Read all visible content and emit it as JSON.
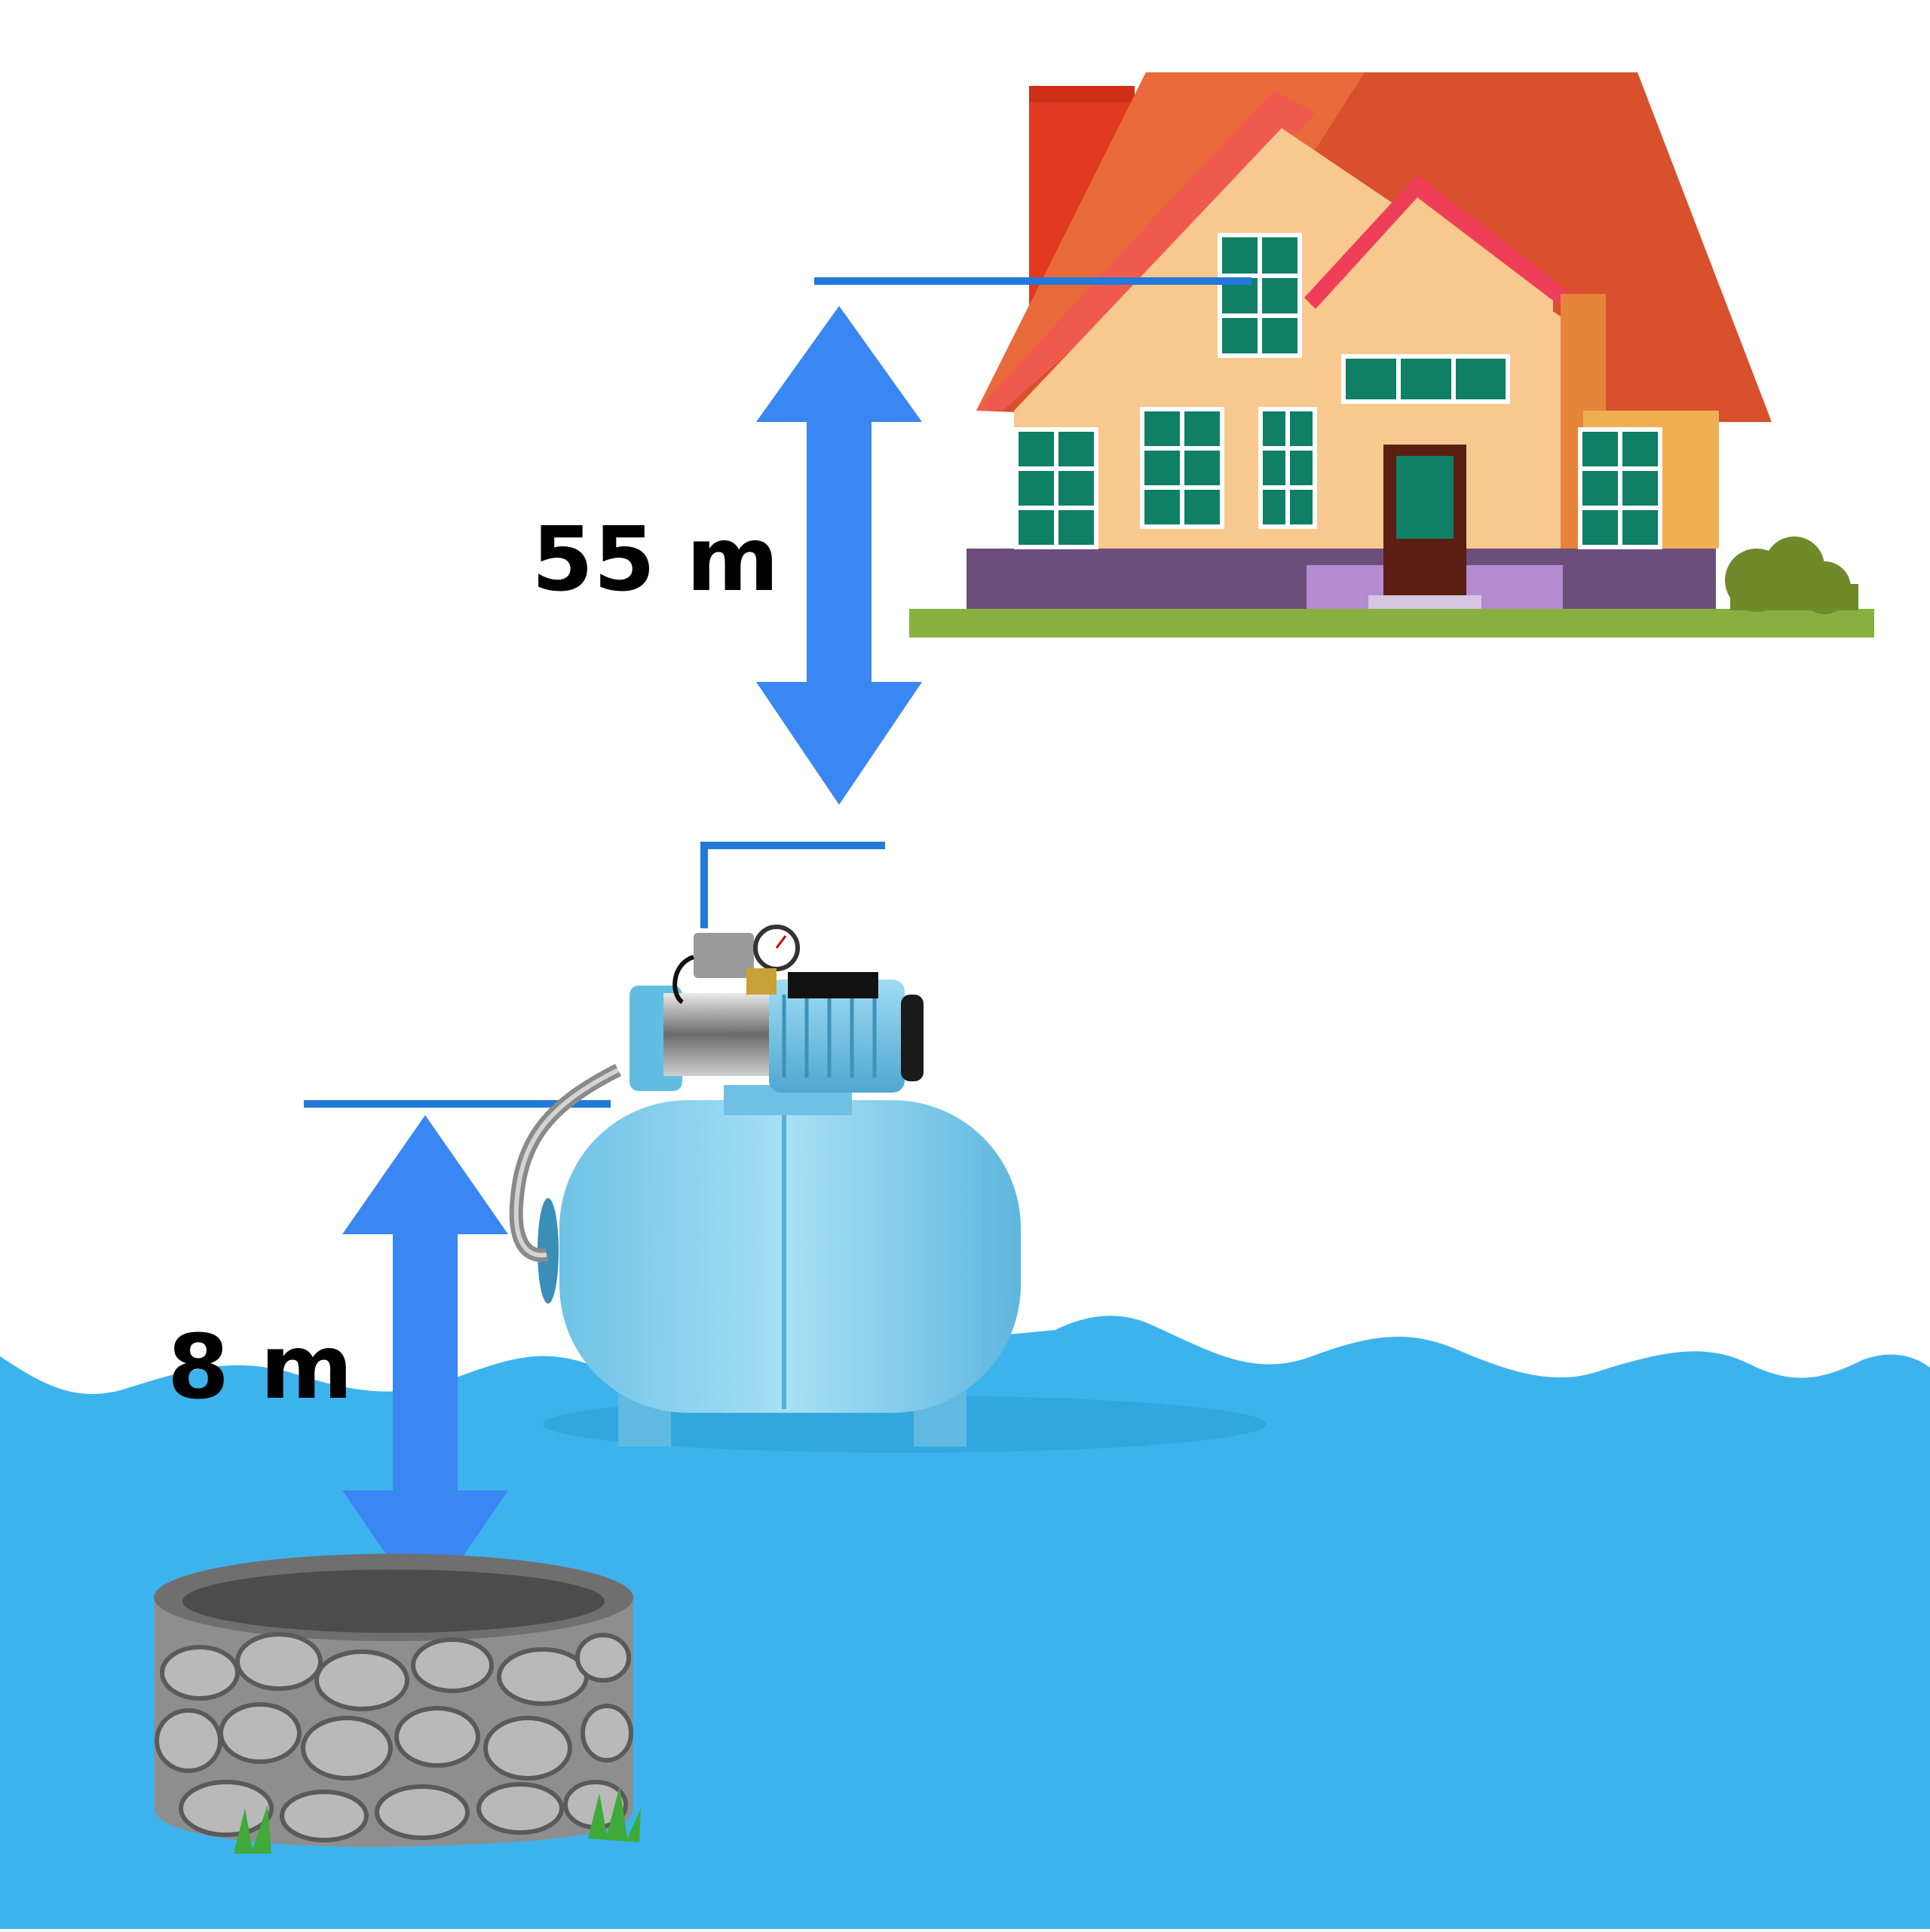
{
  "labels": {
    "pump_to_house": "55 m",
    "well_to_pump": "8 m"
  },
  "colors": {
    "water": "#3db3ee",
    "arrow": "#3a86f2",
    "guide_line": "#2379d9",
    "tank": "#8ed3ef",
    "roof": "#d8502c",
    "wall": "#f7c98e",
    "window": "#0f7f66",
    "ground": "#88b041",
    "stone": "#9a9a9a"
  },
  "icons": [
    "house-illustration",
    "pressure-tank-pump",
    "stone-well",
    "double-arrow"
  ]
}
